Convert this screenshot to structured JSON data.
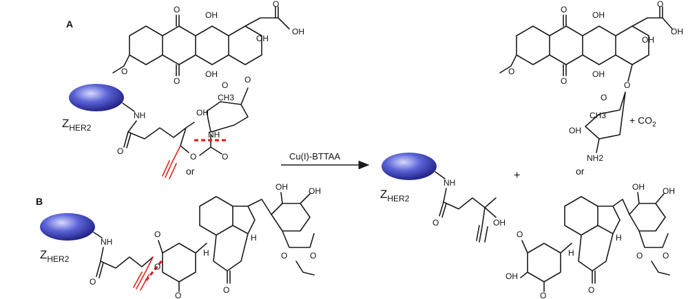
{
  "panels": {
    "a": "A",
    "b": "B"
  },
  "protein": {
    "label": "Z",
    "subscript": "HER2"
  },
  "reaction": {
    "catalyst": "Cu(I)-BTTAA",
    "or_left": "or",
    "or_right": "or",
    "plus": "+",
    "co2_plus": "+ CO",
    "co2_sub": "2"
  },
  "atoms": {
    "oh": "OH",
    "o": "O",
    "nh": "NH",
    "ch3": "CH3",
    "nh2": "NH2",
    "h": "H"
  },
  "colors": {
    "protein": "#1e1f8f",
    "protein_highlight": "#b9bdf5",
    "cleavage": "#e0201b",
    "bond": "#1a1a1a"
  }
}
